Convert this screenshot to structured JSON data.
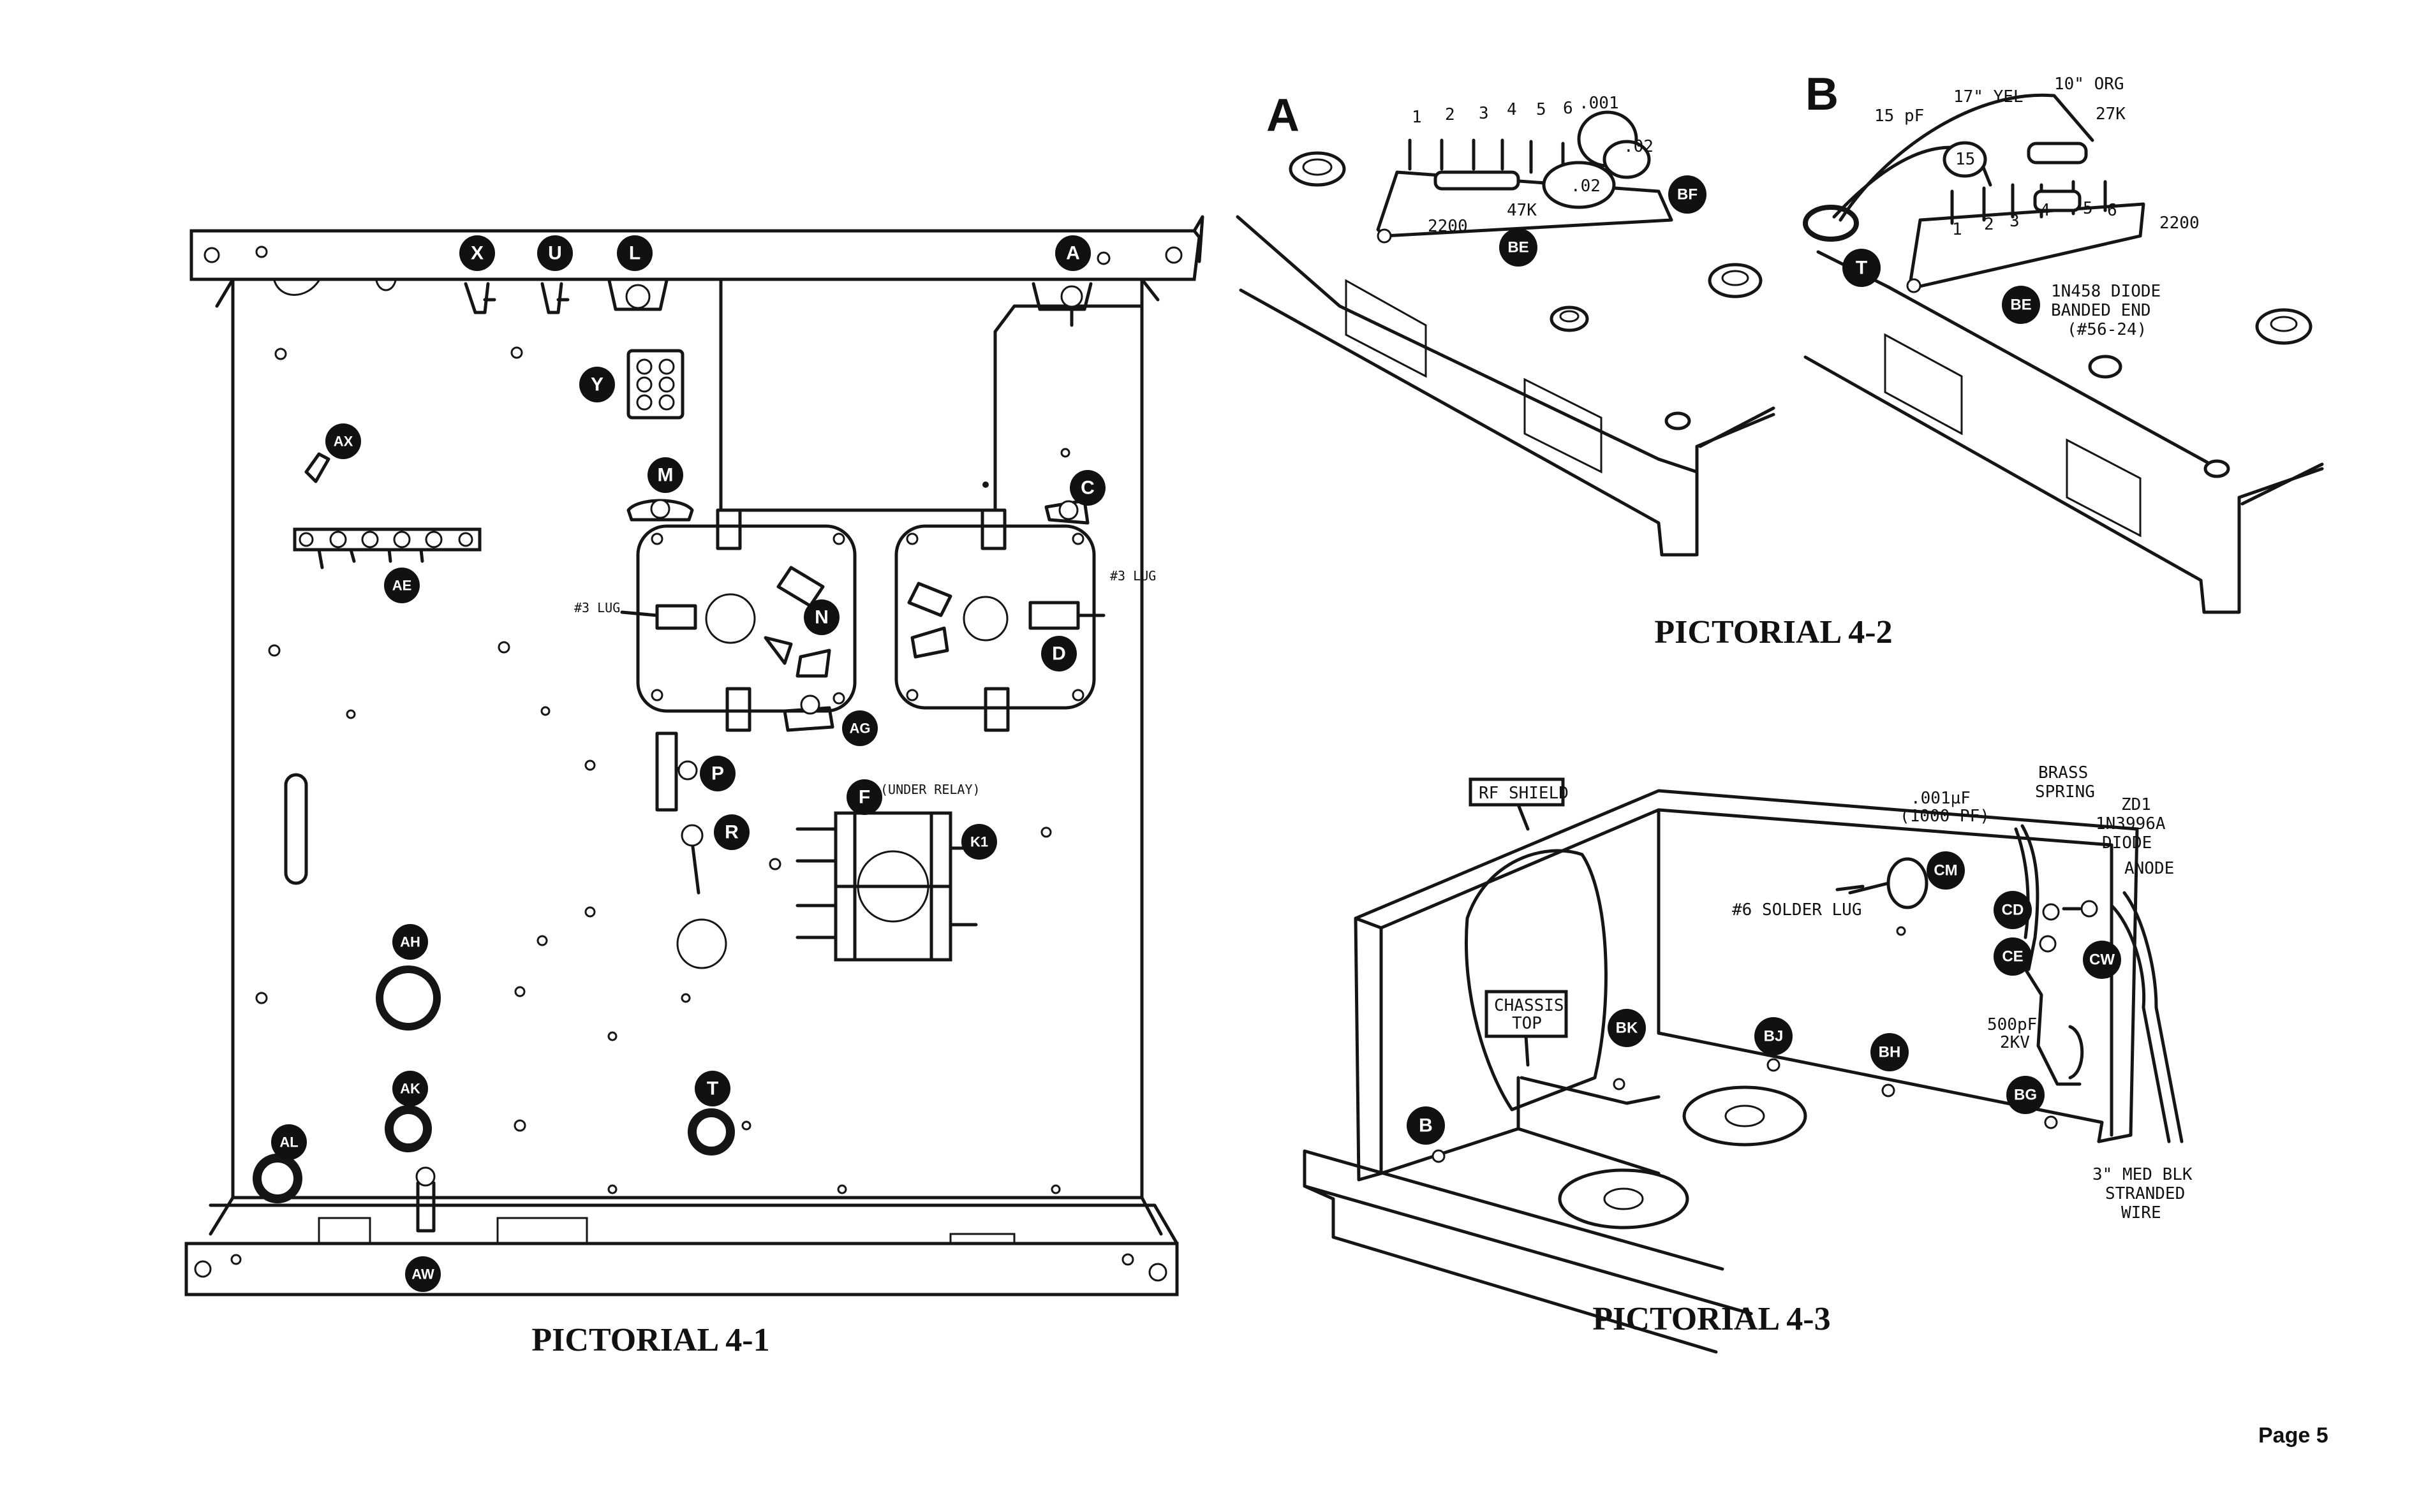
{
  "page": {
    "number_label": "Page 5"
  },
  "pictorial_4_1": {
    "caption": "PICTORIAL 4-1",
    "callouts": [
      "X",
      "U",
      "L",
      "A",
      "Y",
      "AX",
      "AE",
      "M",
      "C",
      "N",
      "D",
      "AG",
      "P",
      "F",
      "R",
      "K1",
      "AH",
      "AK",
      "T",
      "AL",
      "AW"
    ],
    "labels": {
      "lug_left": "#3 LUG",
      "lug_right": "#3 LUG",
      "under_relay": "(UNDER RELAY)"
    }
  },
  "pictorial_4_2": {
    "caption": "PICTORIAL 4-2",
    "panel_a": {
      "letter": "A",
      "callouts": [
        "BE",
        "BF"
      ],
      "lug_numbers": [
        "1",
        "2",
        "3",
        "4",
        "5",
        "6"
      ],
      "labels": {
        "cap_001": ".001",
        "cap_02a": ".02",
        "cap_02b": ".02",
        "res_47k": "47K",
        "res_2200": "2200"
      }
    },
    "panel_b": {
      "letter": "B",
      "callouts": [
        "T",
        "BE"
      ],
      "lug_numbers": [
        "1",
        "2",
        "3",
        "4",
        "5",
        "6"
      ],
      "labels": {
        "pf15": "15 pF",
        "cap15": "15",
        "yel": "17\" YEL",
        "org": "10\" ORG",
        "k27": "27K",
        "r2200": "2200",
        "diode1": "1N458 DIODE",
        "diode2": "BANDED END",
        "diode3": "(#56-24)"
      }
    }
  },
  "pictorial_4_3": {
    "caption": "PICTORIAL 4-3",
    "callouts": [
      "CM",
      "CD",
      "CE",
      "CW",
      "BK",
      "BJ",
      "BH",
      "BG",
      "B"
    ],
    "labels": {
      "rf_shield": "RF SHIELD",
      "chassis_top_1": "CHASSIS",
      "chassis_top_2": "TOP",
      "cap_1": ".001µF",
      "cap_2": "(1000 PF)",
      "solder_lug": "#6 SOLDER LUG",
      "brass_1": "BRASS",
      "brass_2": "SPRING",
      "zd_1": "ZD1",
      "zd_2": "1N3996A",
      "zd_3": "DIODE",
      "anode": "ANODE",
      "c500_1": "500pF",
      "c500_2": "2KV",
      "wire_1": "3\" MED BLK",
      "wire_2": "STRANDED",
      "wire_3": "WIRE"
    }
  }
}
